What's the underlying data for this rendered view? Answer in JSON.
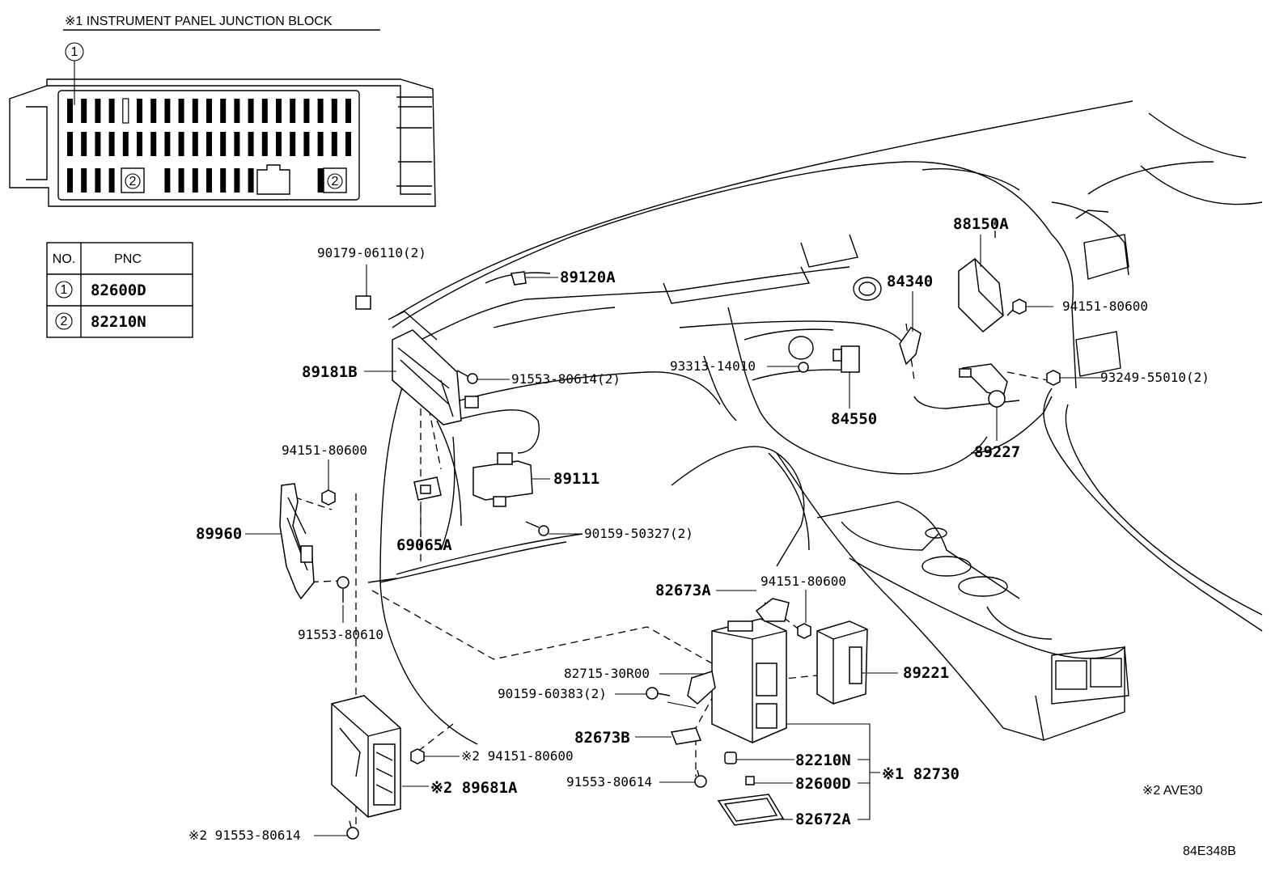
{
  "header": {
    "title": "※1 INSTRUMENT PANEL JUNCTION BLOCK"
  },
  "junction_block": {
    "callout_main": "1",
    "callout_left": "2",
    "callout_right": "2"
  },
  "pnc_table": {
    "col_no": "NO.",
    "col_pnc": "PNC",
    "rows": [
      {
        "no": "1",
        "pnc": "82600D"
      },
      {
        "no": "2",
        "pnc": "82210N"
      }
    ]
  },
  "labels": {
    "p90179": "90179-06110(2)",
    "p89120A": "89120A",
    "p88150A": "88150A",
    "p84340": "84340",
    "p94151_rt": "94151-80600",
    "p93313": "93313-14010",
    "p93249": "93249-55010(2)",
    "p84550": "84550",
    "p89227": "89227",
    "p89181B": "89181B",
    "p91553_2": "91553-80614(2)",
    "p94151_l": "94151-80600",
    "p89111": "89111",
    "p89960": "89960",
    "p90159_50327": "90159-50327(2)",
    "p69065A": "69065A",
    "p82673A": "82673A",
    "p94151_m": "94151-80600",
    "p91553_80610": "91553-80610",
    "p82715": "82715-30R00",
    "p89221": "89221",
    "p90159_60383": "90159-60383(2)",
    "p82673B": "82673B",
    "p82210N": "82210N",
    "p94151_x2": "※2 94151-80600",
    "p82730": "※1 82730",
    "p89681A": "※2 89681A",
    "p91553_m": "91553-80614",
    "p82600D": "82600D",
    "p82672A": "82672A",
    "p91553_x2": "※2 91553-80614",
    "note": "※2 AVE30",
    "diagram_code": "84E348B"
  }
}
